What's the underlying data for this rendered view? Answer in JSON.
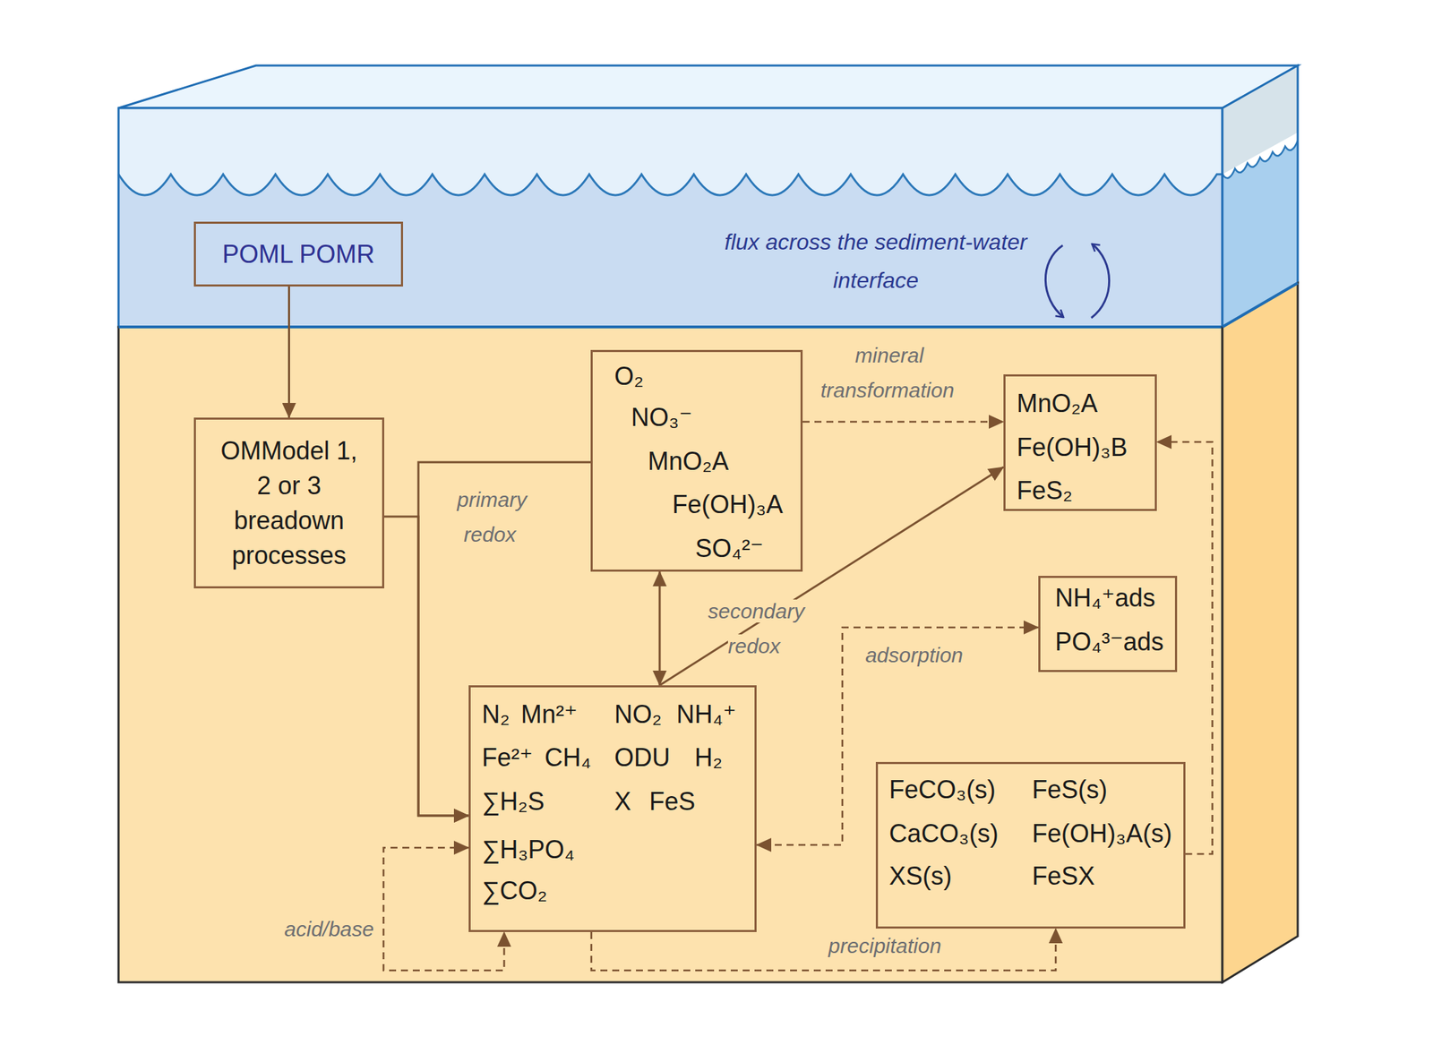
{
  "diagram": {
    "nodes": [
      {
        "text": [
          "POML POMR"
        ]
      },
      {
        "text": [
          "OMModel 1, 2 or 3 breadown processes"
        ]
      },
      {
        "text": [
          "O₂",
          "NO₃⁻",
          "MnO₂A",
          "Fe(OH)₃A",
          "SO₄²⁻"
        ]
      },
      {
        "text": [
          "MnO₂A",
          "Fe(OH)₃B",
          "FeS₂"
        ]
      },
      {
        "text": [
          "NH₄⁺ads",
          "PO₄³⁻ads"
        ]
      },
      {
        "text": [
          "N₂",
          "Mn²⁺",
          "NO₂",
          "NH₄⁺",
          "Fe²⁺",
          "CH₄",
          "ODU",
          "H₂",
          "∑H₂S",
          "X",
          "FeS",
          "∑H₃PO₄",
          "∑CO₂"
        ]
      },
      {
        "text": [
          "FeCO₃(s)",
          "FeS(s)",
          "CaCO₃(s)",
          "Fe(OH)₃A(s)",
          "XS(s)",
          "FeSX"
        ]
      }
    ],
    "edges": [
      {
        "from": 0,
        "to": 1,
        "arrow": "to"
      },
      {
        "from": 1,
        "to": 5,
        "arrow": "to",
        "label": "primary redox"
      },
      {
        "from": 2,
        "to": 5,
        "arrow": "to"
      },
      {
        "from": 2,
        "to": 5,
        "arrow": "both"
      },
      {
        "from": 5,
        "to": 3,
        "arrow": "to",
        "label": "secondary redox"
      },
      {
        "from": 2,
        "to": 3,
        "arrow": "to",
        "label": "mineral transformation"
      },
      {
        "from": 4,
        "to": 5,
        "arrow": "both",
        "label": "adsorption"
      },
      {
        "from": 5,
        "to": 6,
        "arrow": "to",
        "label": "precipitation"
      },
      {
        "from": 6,
        "to": 3,
        "arrow": "to"
      },
      {
        "from": 5,
        "to": 5,
        "arrow": "both",
        "label": "acid/base"
      }
    ],
    "labels": [
      "flux across the sediment-water interface"
    ]
  }
}
